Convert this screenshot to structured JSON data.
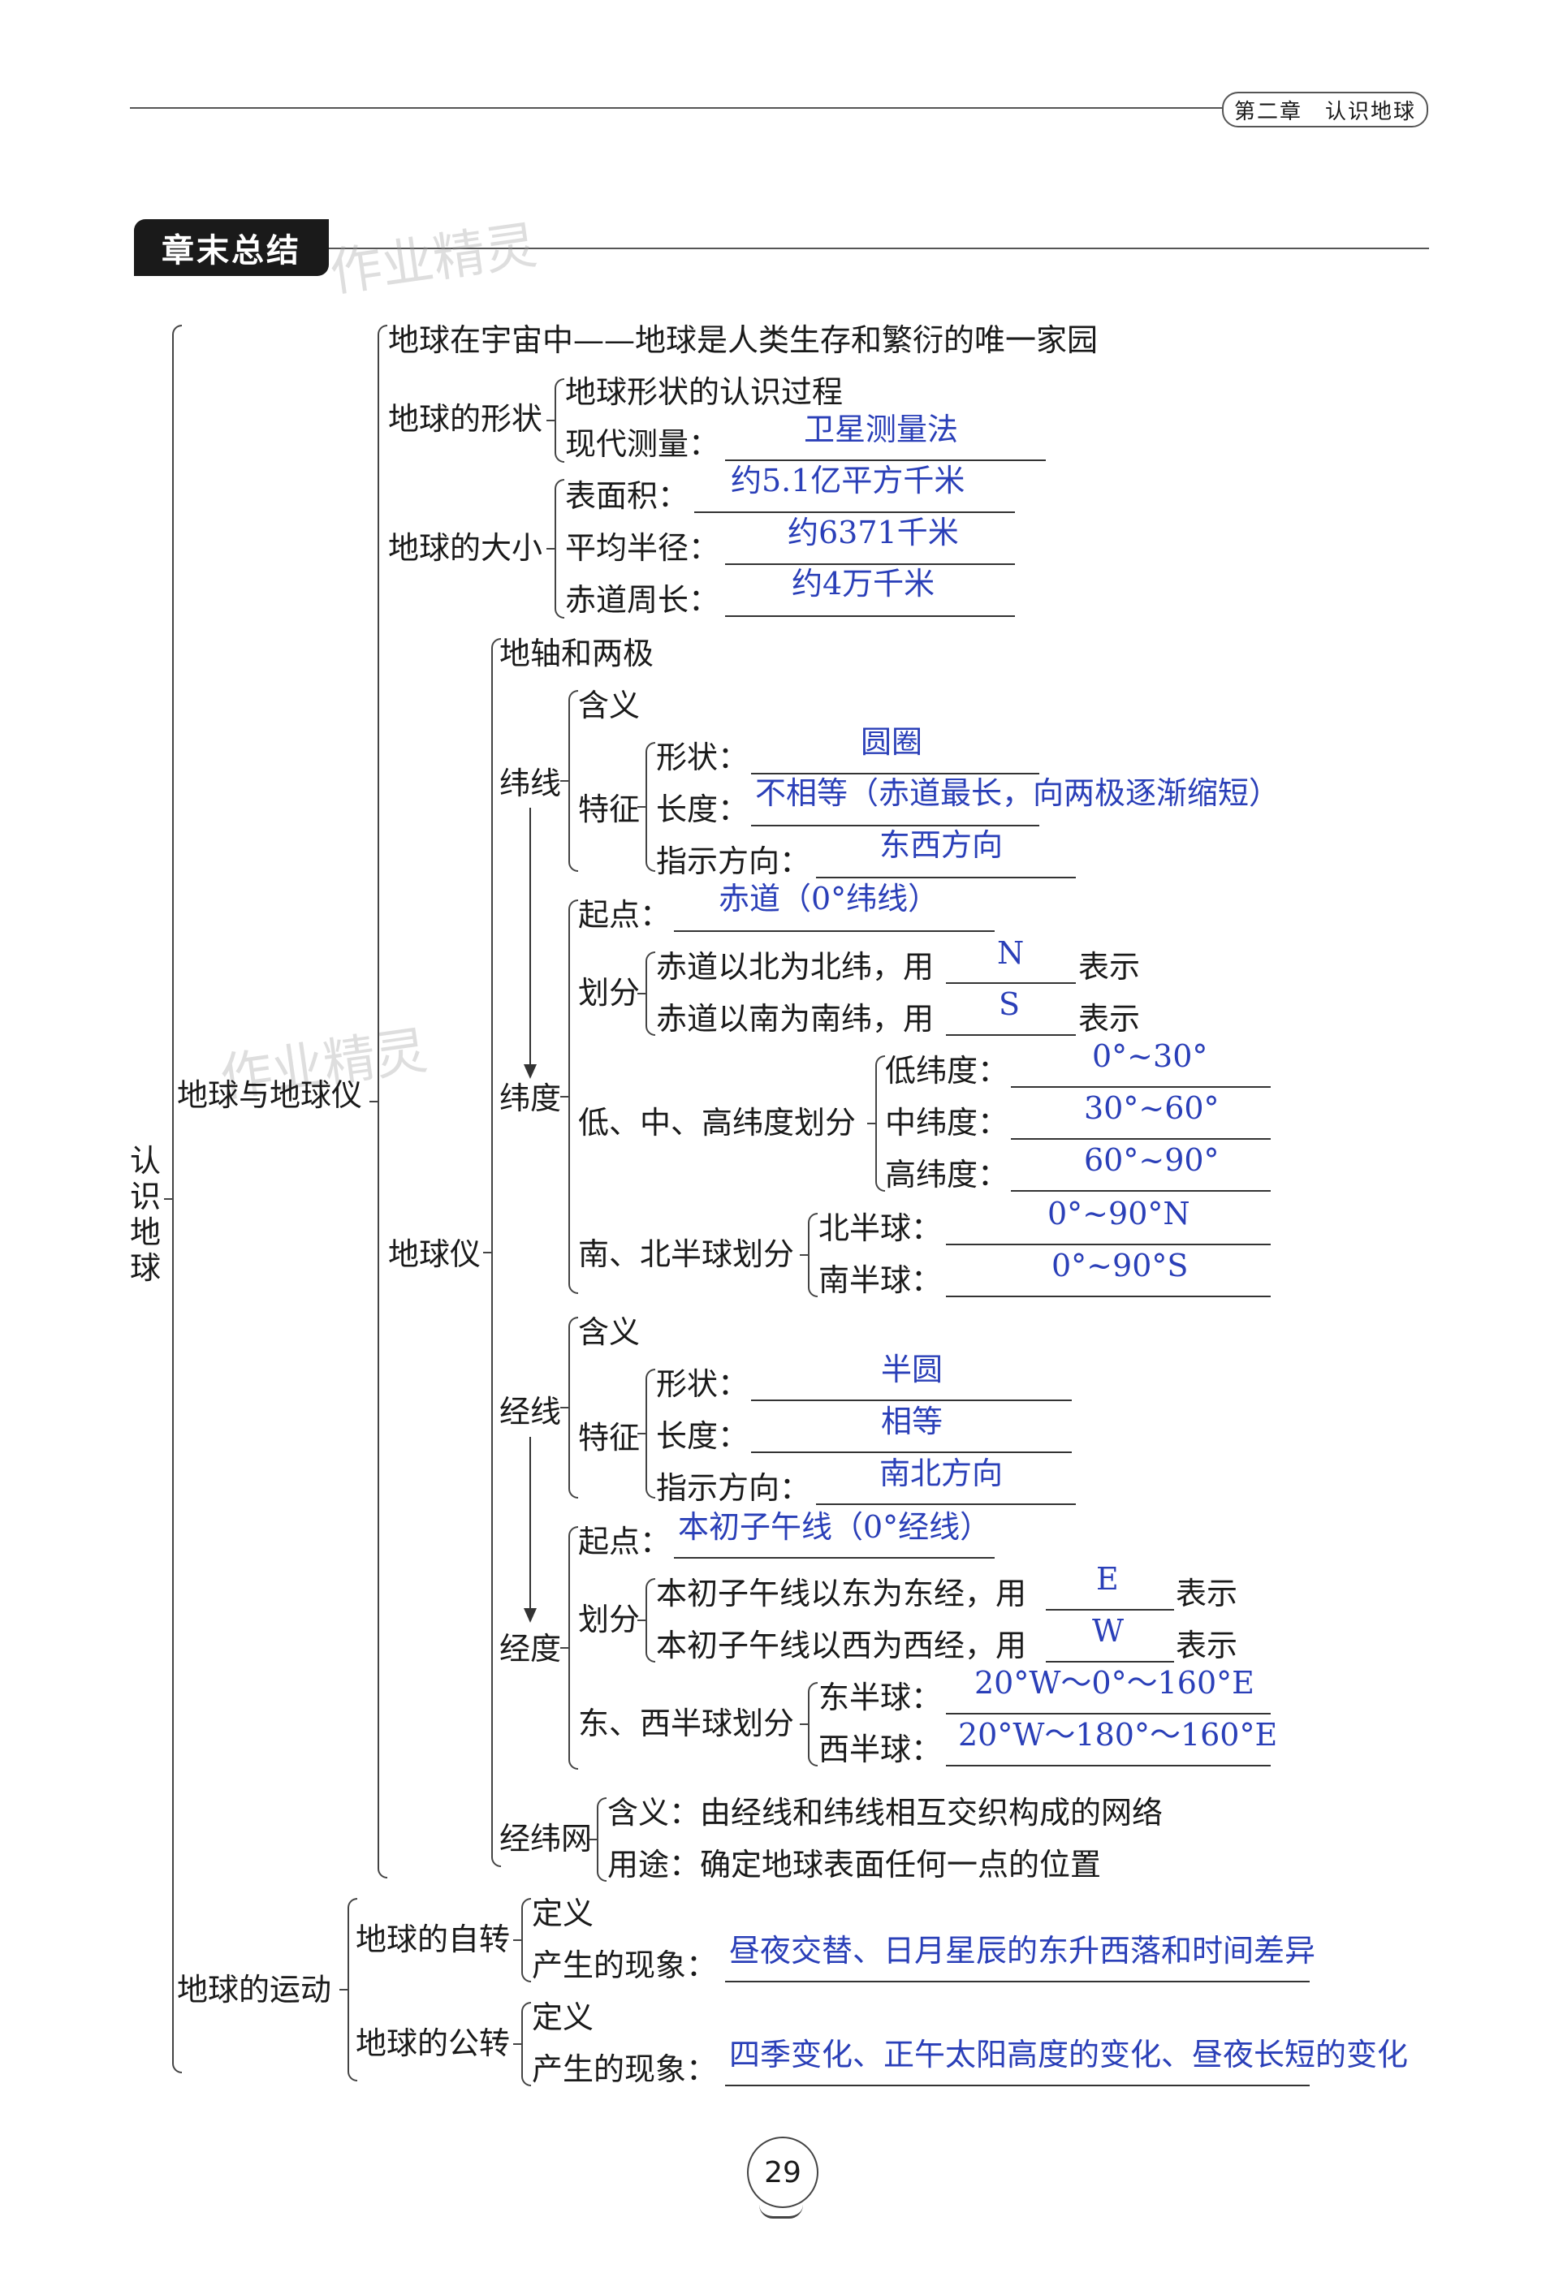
{
  "header": {
    "chapter": "第二章　认识地球"
  },
  "section_title": "章末总结",
  "watermark": "作业精灵",
  "page_number": "29",
  "root": "认识地球",
  "l1_a": "地球与地球仪",
  "l1_b": "地球的运动",
  "universe": "地球在宇宙中——地球是人类生存和繁衍的唯一家园",
  "shape": {
    "label": "地球的形状",
    "item1": "地球形状的认识过程",
    "item2": "现代测量：",
    "ans2": "卫星测量法"
  },
  "size": {
    "label": "地球的大小",
    "area": "表面积：",
    "area_ans": "约5.1亿平方千米",
    "radius": "平均半径：",
    "radius_ans": "约6371千米",
    "circ": "赤道周长：",
    "circ_ans": "约4万千米"
  },
  "globe": "地球仪",
  "axis": "地轴和两极",
  "weixian": {
    "label": "纬线",
    "hanyi": "含义",
    "tezheng": "特征",
    "shape": "形状：",
    "shape_ans": "圆圈",
    "length": "长度：",
    "length_ans": "不相等（赤道最长，向两极逐渐缩短）",
    "dir": "指示方向：",
    "dir_ans": "东西方向"
  },
  "weidu": {
    "label": "纬度",
    "start": "起点：",
    "start_ans": "赤道（0°纬线）",
    "div": "划分",
    "north": "赤道以北为北纬，用",
    "north_ans": "N",
    "north_tail": "表示",
    "south": "赤道以南为南纬，用",
    "south_ans": "S",
    "south_tail": "表示",
    "lmh": "低、中、高纬度划分",
    "low": "低纬度：",
    "low_ans": "0°~30°",
    "mid": "中纬度：",
    "mid_ans": "30°~60°",
    "high": "高纬度：",
    "high_ans": "60°~90°",
    "ns": "南、北半球划分",
    "nh": "北半球：",
    "nh_ans": "0°~90°N",
    "sh": "南半球：",
    "sh_ans": "0°~90°S"
  },
  "jingxian": {
    "label": "经线",
    "hanyi": "含义",
    "tezheng": "特征",
    "shape": "形状：",
    "shape_ans": "半圆",
    "length": "长度：",
    "length_ans": "相等",
    "dir": "指示方向：",
    "dir_ans": "南北方向"
  },
  "jingdu": {
    "label": "经度",
    "start": "起点：",
    "start_ans": "本初子午线（0°经线）",
    "div": "划分",
    "east": "本初子午线以东为东经，用",
    "east_ans": "E",
    "east_tail": "表示",
    "west": "本初子午线以西为西经，用",
    "west_ans": "W",
    "west_tail": "表示",
    "ew": "东、西半球划分",
    "eh": "东半球：",
    "eh_ans": "20°W～0°～160°E",
    "wh": "西半球：",
    "wh_ans": "20°W～180°～160°E"
  },
  "grid": {
    "label": "经纬网",
    "def": "含义：由经线和纬线相互交织构成的网络",
    "use": "用途：确定地球表面任何一点的位置"
  },
  "rotation": {
    "label": "地球的自转",
    "def": "定义",
    "phen": "产生的现象：",
    "phen_ans": "昼夜交替、日月星辰的东升西落和时间差异"
  },
  "revolution": {
    "label": "地球的公转",
    "def": "定义",
    "phen": "产生的现象：",
    "phen_ans": "四季变化、正午太阳高度的变化、昼夜长短的变化"
  }
}
